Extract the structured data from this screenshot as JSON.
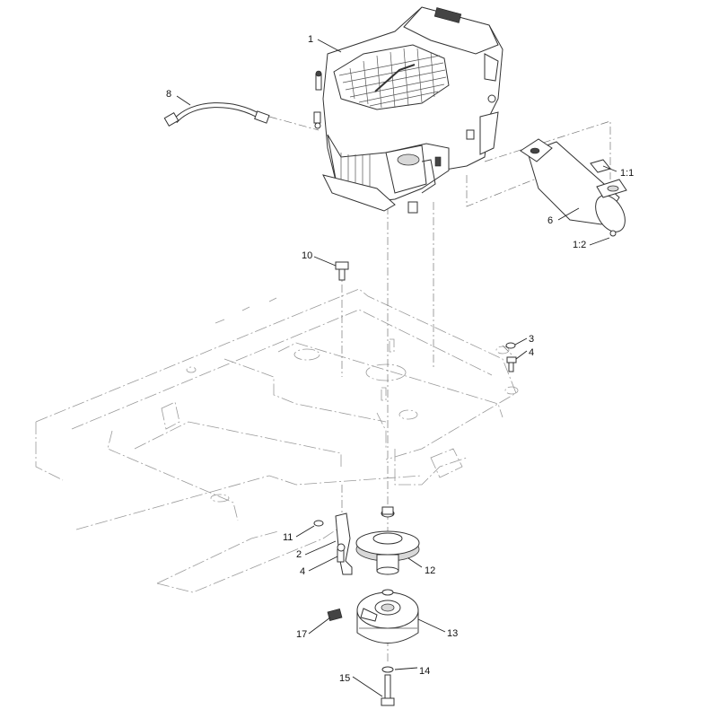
{
  "callouts": [
    {
      "id": "c1",
      "label": "1"
    },
    {
      "id": "c8",
      "label": "8"
    },
    {
      "id": "c1_1",
      "label": "1:1"
    },
    {
      "id": "c6",
      "label": "6"
    },
    {
      "id": "c1_2",
      "label": "1:2"
    },
    {
      "id": "c10",
      "label": "10"
    },
    {
      "id": "c3",
      "label": "3"
    },
    {
      "id": "c4a",
      "label": "4"
    },
    {
      "id": "c11",
      "label": "11"
    },
    {
      "id": "c2",
      "label": "2"
    },
    {
      "id": "c4b",
      "label": "4"
    },
    {
      "id": "c12",
      "label": "12"
    },
    {
      "id": "c13",
      "label": "13"
    },
    {
      "id": "c17",
      "label": "17"
    },
    {
      "id": "c14",
      "label": "14"
    },
    {
      "id": "c15",
      "label": "15"
    }
  ]
}
